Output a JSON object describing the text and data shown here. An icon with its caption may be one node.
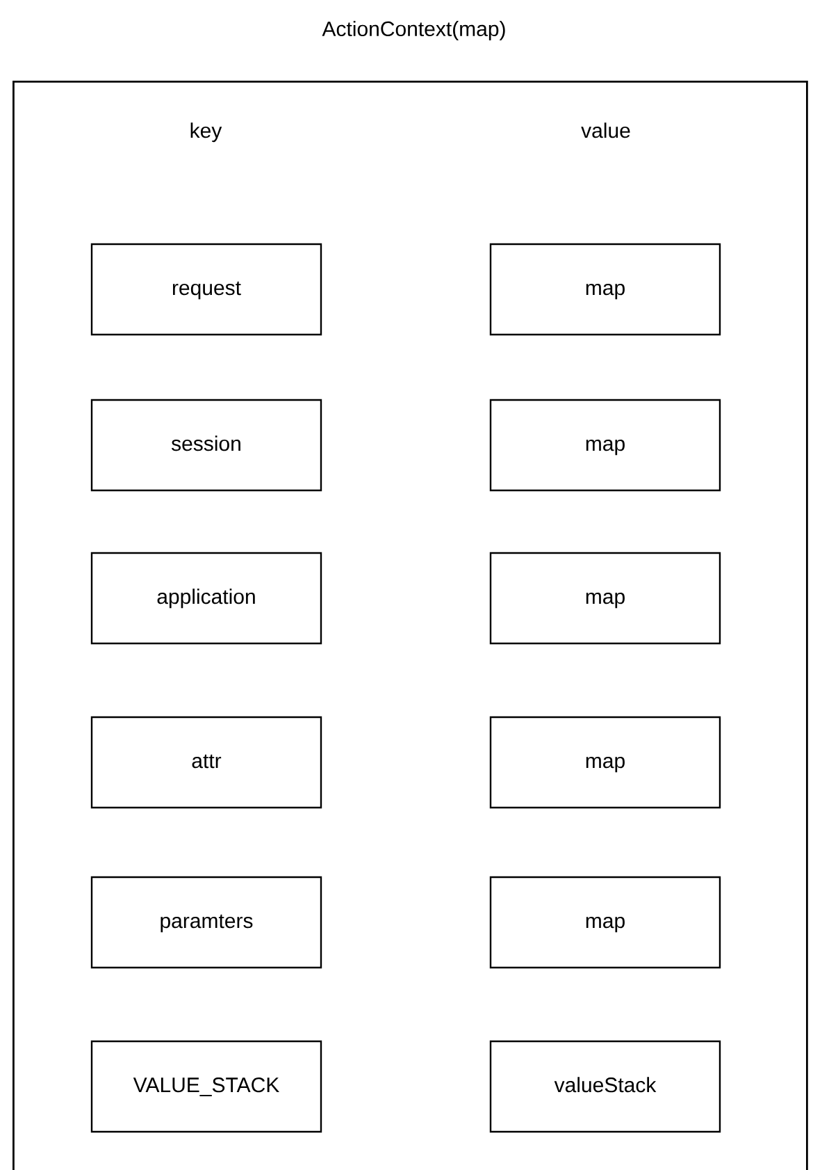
{
  "diagram": {
    "nodes": [
      {
        "text": [
          "ActionContext(map)"
        ]
      },
      {
        "text": [
          "request"
        ],
        "in": 0
      },
      {
        "text": [
          "map"
        ],
        "in": 0
      },
      {
        "text": [
          "session"
        ],
        "in": 0
      },
      {
        "text": [
          "map"
        ],
        "in": 0
      },
      {
        "text": [
          "application"
        ],
        "in": 0
      },
      {
        "text": [
          "map"
        ],
        "in": 0
      },
      {
        "text": [
          "attr"
        ],
        "in": 0
      },
      {
        "text": [
          "map"
        ],
        "in": 0
      },
      {
        "text": [
          "paramters"
        ],
        "in": 0
      },
      {
        "text": [
          "map"
        ],
        "in": 0
      },
      {
        "text": [
          "VALUE_STACK"
        ],
        "in": 0
      },
      {
        "text": [
          "valueStack"
        ],
        "in": 0
      }
    ],
    "edges": [],
    "labels": [
      "key",
      "value"
    ]
  }
}
